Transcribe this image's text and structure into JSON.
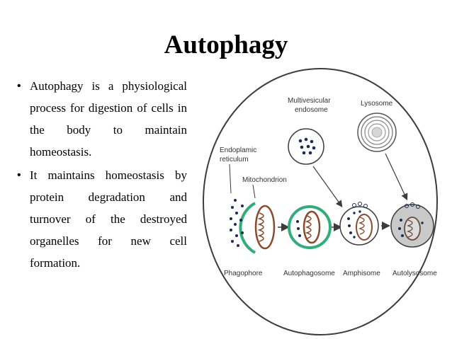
{
  "title": "Autophagy",
  "bullets": [
    {
      "text": "Autophagy is a physiological process for digestion of cells in the body to maintain homeostasis."
    },
    {
      "text": "It maintains homeostasis by protein degradation and turnover of the destroyed organelles for new cell formation."
    }
  ],
  "diagram": {
    "labels": {
      "multivesicular": [
        "Multivesicular",
        "endosome"
      ],
      "lysosome": "Lysosome",
      "er": [
        "Endoplamic",
        "reticulum"
      ],
      "mitochondrion": "Mitochondrion",
      "phagophore": "Phagophore",
      "autophagosome": "Autophagosome",
      "amphisome": "Amphisome",
      "autolysosome": "Autolysosome"
    },
    "colors": {
      "outline": "#3c3c3c",
      "membrane_green": "#2fae7a",
      "mitochondrion": "#8a4a2c",
      "lysosome_fill": "#c9c9c9",
      "dots": "#1b2a5a"
    }
  }
}
